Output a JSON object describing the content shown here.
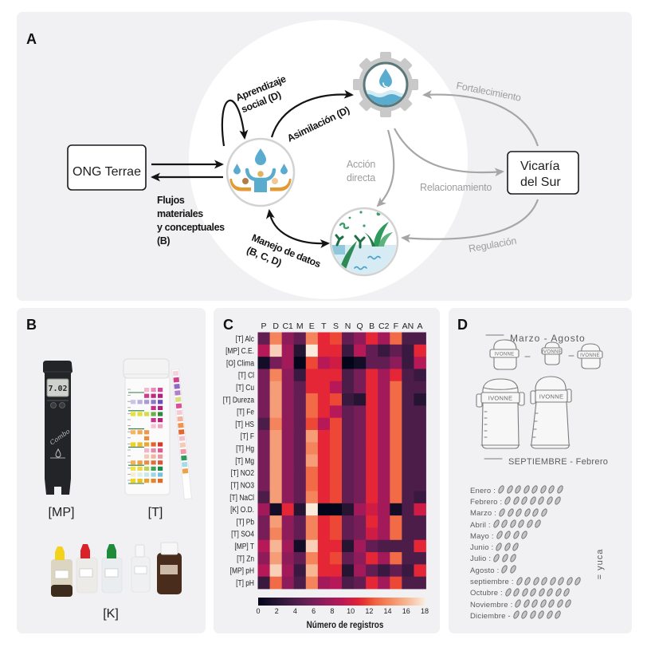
{
  "panel_a": {
    "label": "A",
    "nodes": {
      "ong_terrae": "ONG Terrae",
      "vicaria_line1": "Vicaría",
      "vicaria_line2": "del Sur"
    },
    "edge_labels": {
      "flujos": [
        "Flujos",
        "materiales",
        "y conceptuales",
        "(B)"
      ],
      "aprendizaje_social": [
        "Aprendizaje",
        "social (D)"
      ],
      "asimilacion": "Asimilación (D)",
      "manejo_datos": [
        "Manejo de datos",
        "(B, C, D)"
      ],
      "accion_directa": [
        "Acción",
        "directa"
      ],
      "fortalecimiento": "Fortalecimiento",
      "relacionamiento": "Relacionamiento",
      "regulacion": "Regulación"
    },
    "icons": [
      "community-water-icon",
      "water-gear-icon",
      "wetland-plants-icon"
    ],
    "colors": {
      "internal_flow": "#141414",
      "external_flow": "#a6a6a6",
      "water_blue": "#5aaccf",
      "hands_orange": "#e39a32",
      "plant_green": "#2f9a5e"
    }
  },
  "panel_b": {
    "label": "B",
    "meter_display": "7.02",
    "meter_brand": "Combo",
    "captions": {
      "meter": "[MP]",
      "strips": "[T]",
      "kit": "[K]"
    },
    "strip_pad_colors": [
      "#f3d3df",
      "#d23f8e",
      "#8f6ac2",
      "#b27ec8",
      "#d8e07c",
      "#dd4f93",
      "#f5cad4",
      "#f1b2a0",
      "#ef9352",
      "#e3652f",
      "#f3c2cc",
      "#f6c8b6",
      "#ef99a8",
      "#2e9a5d",
      "#a7d9e6",
      "#efa048"
    ],
    "bottle_chart_rows": [
      [
        null,
        null,
        "#f4b8d0",
        "#e68cb8",
        "#d0479a"
      ],
      [
        null,
        null,
        "#d23c8c",
        "#c02a7f",
        "#b31f7c"
      ],
      [
        "#c9c3e8",
        "#b8b0e0",
        "#a99ad6",
        "#8f75c8",
        "#6e4fb5"
      ],
      [
        null,
        null,
        null,
        "#c5308a",
        "#a92479"
      ],
      [
        "#e6e23a",
        "#e8dc3a",
        "#d7d94a",
        "#68b04a",
        "#2f8a3a"
      ],
      [
        null,
        null,
        null,
        "#c9358c",
        "#b62479"
      ],
      [
        null,
        null,
        null,
        "#f3c2d3",
        "#eea6c0"
      ],
      [
        "#f2b85a",
        "#f1a84e",
        "#e99850",
        null,
        null
      ],
      [
        null,
        null,
        "#ef8c3c",
        null,
        null
      ],
      [
        "#f1d21e",
        "#f0c020",
        "#eba530",
        "#e2622d",
        "#d8372e"
      ],
      [
        null,
        null,
        "#f2b5c8",
        "#e78aa8",
        "#dc5b8a"
      ],
      [
        null,
        null,
        "#f5c9b2",
        "#f3b29c",
        "#ee98a0"
      ],
      [
        "#f3b15a",
        "#f0a045",
        "#e98c48",
        "#e06f3d",
        "#d8553a"
      ],
      [
        "#f1e04a",
        "#e7da3e",
        "#bcd24a",
        "#3aa45a",
        "#1d8a4a"
      ],
      [
        "#f3efd0",
        "#dff0e0",
        "#c6e8ea",
        "#9fd4e6",
        "#78c0de"
      ],
      [
        "#f2d21e",
        "#ecc21c",
        "#e9a32a",
        "#e4852a",
        "#df6a2a"
      ]
    ],
    "kit_bottles": [
      {
        "cap": "#f2d21a",
        "body": "#dcd5c2"
      },
      {
        "cap": "#d8232a",
        "body": "#ecebe7"
      },
      {
        "cap": "#1e8a3a",
        "body": "#eaedef"
      },
      {
        "cap": "#f7f7f7",
        "body": "#eef0f2"
      },
      {
        "cap": "#f7f7f7",
        "body": "#4a2c1c"
      }
    ]
  },
  "panel_c": {
    "label": "C"
  },
  "panel_d": {
    "label": "D",
    "season_dry": "Marzo - Agosto",
    "season_wet": "SEPTIEMBRE - Febrero",
    "bucket_label": "IVONNE",
    "months": [
      {
        "name": "Enero :",
        "count": 8
      },
      {
        "name": "Febrero :",
        "count": 7
      },
      {
        "name": "Marzo :",
        "count": 6
      },
      {
        "name": "Abril :",
        "count": 6
      },
      {
        "name": "Mayo :",
        "count": 4
      },
      {
        "name": "Junio :",
        "count": 3
      },
      {
        "name": "Julio :",
        "count": 3
      },
      {
        "name": "Agosto :",
        "count": 2
      },
      {
        "name": "septiembre :",
        "count": 8
      },
      {
        "name": "Octubre :",
        "count": 8
      },
      {
        "name": "Noviembre :",
        "count": 7
      },
      {
        "name": "Diciembre -",
        "count": 6
      }
    ],
    "legend": "= yuca"
  },
  "chart_data": {
    "type": "heatmap",
    "title": "",
    "x_categories": [
      "P",
      "D",
      "C1",
      "M",
      "E",
      "T",
      "S",
      "N",
      "Q",
      "B",
      "C2",
      "F",
      "AN",
      "A"
    ],
    "x_axis_position": "top",
    "y_categories": [
      "[T] Alc",
      "[MP] C.E.",
      "[O] Clima",
      "[T] Cl",
      "[T] Cu",
      "[T] Dureza",
      "[T] Fe",
      "[T] HS",
      "[T] F",
      "[T] Hg",
      "[T] Mg",
      "[T] NO2",
      "[T] NO3",
      "[T] NaCl",
      "[K] O.D.",
      "[T] Pb",
      "[T] SO4",
      "[MP] T",
      "[T] Zn",
      "[MP] pH",
      "[T] pH"
    ],
    "values": [
      [
        5,
        14,
        7,
        5,
        14,
        11,
        12,
        5,
        7,
        11,
        8,
        13,
        4,
        4
      ],
      [
        9,
        17,
        8,
        2,
        18,
        11,
        11,
        3,
        9,
        5,
        3,
        5,
        3,
        11
      ],
      [
        1,
        6,
        8,
        0,
        12,
        9,
        10,
        0,
        1,
        5,
        5,
        7,
        3,
        9
      ],
      [
        6,
        14,
        7,
        3,
        11,
        11,
        11,
        4,
        6,
        11,
        8,
        11,
        4,
        3
      ],
      [
        6,
        15,
        7,
        5,
        11,
        11,
        9,
        4,
        6,
        11,
        8,
        13,
        4,
        4
      ],
      [
        6,
        15,
        7,
        5,
        13,
        11,
        12,
        3,
        2,
        11,
        8,
        13,
        4,
        2
      ],
      [
        6,
        15,
        7,
        5,
        13,
        11,
        9,
        5,
        6,
        11,
        8,
        13,
        4,
        4
      ],
      [
        4,
        14,
        7,
        5,
        12,
        9,
        12,
        5,
        6,
        11,
        8,
        13,
        4,
        4
      ],
      [
        6,
        15,
        7,
        5,
        15,
        11,
        12,
        5,
        6,
        11,
        8,
        13,
        4,
        4
      ],
      [
        6,
        15,
        7,
        5,
        14,
        11,
        12,
        5,
        6,
        11,
        8,
        13,
        4,
        4
      ],
      [
        6,
        15,
        7,
        5,
        15,
        11,
        12,
        5,
        6,
        11,
        8,
        13,
        4,
        4
      ],
      [
        6,
        15,
        7,
        5,
        13,
        11,
        12,
        5,
        6,
        11,
        8,
        13,
        4,
        4
      ],
      [
        6,
        15,
        7,
        5,
        13,
        11,
        12,
        5,
        6,
        11,
        8,
        13,
        4,
        4
      ],
      [
        4,
        15,
        7,
        5,
        14,
        11,
        12,
        5,
        6,
        11,
        8,
        13,
        4,
        3
      ],
      [
        8,
        1,
        11,
        2,
        18,
        0,
        0,
        2,
        8,
        10,
        8,
        1,
        4,
        10
      ],
      [
        6,
        15,
        7,
        5,
        14,
        11,
        12,
        5,
        6,
        11,
        8,
        13,
        4,
        4
      ],
      [
        6,
        14,
        7,
        5,
        14,
        11,
        12,
        5,
        6,
        10,
        8,
        13,
        4,
        4
      ],
      [
        9,
        16,
        8,
        1,
        17,
        11,
        11,
        2,
        8,
        5,
        4,
        4,
        4,
        11
      ],
      [
        7,
        15,
        7,
        5,
        14,
        11,
        12,
        5,
        7,
        11,
        8,
        13,
        4,
        4
      ],
      [
        9,
        17,
        8,
        3,
        16,
        11,
        11,
        2,
        8,
        5,
        3,
        5,
        3,
        11
      ],
      [
        3,
        13,
        7,
        4,
        14,
        8,
        9,
        4,
        5,
        11,
        8,
        12,
        4,
        4
      ]
    ],
    "colorbar": {
      "label": "Número de registros",
      "range": [
        0,
        18
      ],
      "ticks": [
        0,
        2,
        4,
        6,
        8,
        10,
        12,
        14,
        16,
        18
      ],
      "colormap": "rocket",
      "orientation": "horizontal",
      "placement": "bottom"
    },
    "grid": false
  }
}
